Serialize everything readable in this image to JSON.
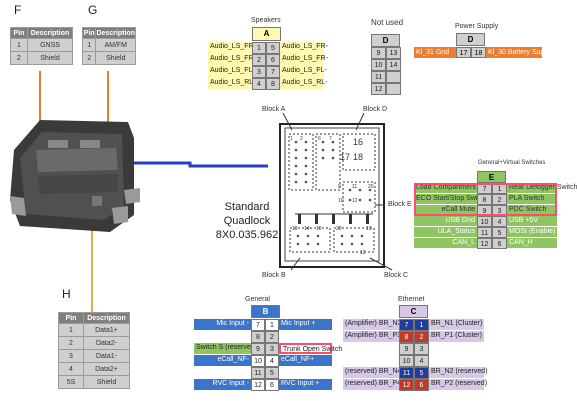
{
  "letters": {
    "F": "F",
    "G": "G",
    "H": "H"
  },
  "table_f": {
    "h_pin": "Pin",
    "h_desc": "Description",
    "rows": [
      {
        "pin": "1",
        "desc": "GNSS"
      },
      {
        "pin": "2",
        "desc": "Shield"
      }
    ]
  },
  "table_g": {
    "h_pin": "Pin",
    "h_desc": "Description",
    "rows": [
      {
        "pin": "1",
        "desc": "AM/FM"
      },
      {
        "pin": "2",
        "desc": "Shield"
      }
    ]
  },
  "table_h": {
    "h_pin": "Pin",
    "h_desc": "Description",
    "rows": [
      {
        "pin": "1",
        "desc": "Data1+"
      },
      {
        "pin": "2",
        "desc": "Data2-"
      },
      {
        "pin": "3",
        "desc": "Data1-"
      },
      {
        "pin": "4",
        "desc": "Data2+"
      },
      {
        "pin": "5S",
        "desc": "Shield"
      }
    ]
  },
  "speakers": {
    "title": "Speakers",
    "letter": "A",
    "rows": [
      {
        "left": "Audio_LS_FR+",
        "l": "1",
        "r": "5",
        "right": "Audio_LS_FR-"
      },
      {
        "left": "Audio_LS_FR+",
        "l": "2",
        "r": "6",
        "right": "Audio_LS_FR-"
      },
      {
        "left": "Audio_LS_FL+",
        "l": "3",
        "r": "7",
        "right": "Audio_LS_FL-"
      },
      {
        "left": "Audio_LS_RL+",
        "l": "4",
        "r": "8",
        "right": "Audio_LS_RL-"
      }
    ]
  },
  "notused": {
    "title": "Not used",
    "letter": "D",
    "rows": [
      {
        "l": "9",
        "r": "13"
      },
      {
        "l": "10",
        "r": "14"
      },
      {
        "l": "11",
        "r": ""
      },
      {
        "l": "12",
        "r": ""
      }
    ]
  },
  "power": {
    "title": "Power Supply",
    "letter": "D",
    "left": "Kl_31 Gnd",
    "l": "17",
    "r": "18",
    "right": "Kl_30 Battery Supply"
  },
  "blocks": {
    "a": "Block A",
    "b": "Block B",
    "c": "Block C",
    "d": "Block D",
    "e": "Block E"
  },
  "connector_nums": [
    "1",
    "2",
    "6",
    "7",
    "17",
    "18",
    "16",
    "9",
    "10",
    "11",
    "12",
    "20",
    "13",
    "14",
    "15",
    "20",
    "19",
    "12"
  ],
  "quadlock": {
    "line1": "Standard",
    "line2": "Quadlock",
    "line3": "8X0.035.962"
  },
  "switches": {
    "title": "General+Virtual Switches",
    "letter": "E",
    "rows": [
      {
        "left": "Load Compartment Light",
        "l": "7",
        "r": "1",
        "right": "Rear Defogger Switch"
      },
      {
        "left": "ECO Start/Stop Switch",
        "l": "8",
        "r": "2",
        "right": "PLA Switch"
      },
      {
        "left": "eCall Mute",
        "l": "9",
        "r": "3",
        "right": "PDC Switch"
      },
      {
        "left": "USB Gnd",
        "l": "10",
        "r": "4",
        "right": "USB +5V"
      },
      {
        "left": "ULA_Status",
        "l": "11",
        "r": "5",
        "right": "MOSt (Enable)"
      },
      {
        "left": "CAN_L",
        "l": "12",
        "r": "6",
        "right": "CAN_H"
      }
    ]
  },
  "general": {
    "title": "General",
    "letter": "B",
    "rows": [
      {
        "left": "Mic Input -",
        "l": "7",
        "r": "1",
        "right": "Mic Input +"
      },
      {
        "left": "",
        "l": "8",
        "r": "2",
        "right": ""
      },
      {
        "left": "Switch S (reserve)",
        "l": "9",
        "r": "3",
        "right": "Trunk Open Switch"
      },
      {
        "left": "eCall_NF-",
        "l": "10",
        "r": "4",
        "right": "eCall_NF+"
      },
      {
        "left": "",
        "l": "11",
        "r": "5",
        "right": ""
      },
      {
        "left": "RVC Input -",
        "l": "12",
        "r": "6",
        "right": "RVC Input +"
      }
    ]
  },
  "ethernet": {
    "title": "Ethernet",
    "letter": "C",
    "rows": [
      {
        "left": "(Amplifier) BR_N3",
        "l": "7",
        "r": "1",
        "right": "BR_N1 (Cluster)"
      },
      {
        "left": "(Amplifier) BR_P3",
        "l": "8",
        "r": "2",
        "right": "BR_P1 (Cluster)"
      },
      {
        "left": "",
        "l": "9",
        "r": "3",
        "right": ""
      },
      {
        "left": "",
        "l": "10",
        "r": "4",
        "right": ""
      },
      {
        "left": "(reserved) BR_N4",
        "l": "11",
        "r": "5",
        "right": "BR_N2 (reserved)"
      },
      {
        "left": "(reserved) BR_P4",
        "l": "12",
        "r": "6",
        "right": "BR_P2 (reserved)"
      }
    ]
  },
  "colors": {
    "yellow": "#fff8b0",
    "green": "#8fc561",
    "blue": "#3b74c9",
    "purple": "#d6c8e6",
    "pinblue": "#1f3d99",
    "pinred": "#c0392b",
    "orange": "#ed7d31",
    "gray": "#cfcfcf",
    "pink": "#ff4b6e"
  }
}
